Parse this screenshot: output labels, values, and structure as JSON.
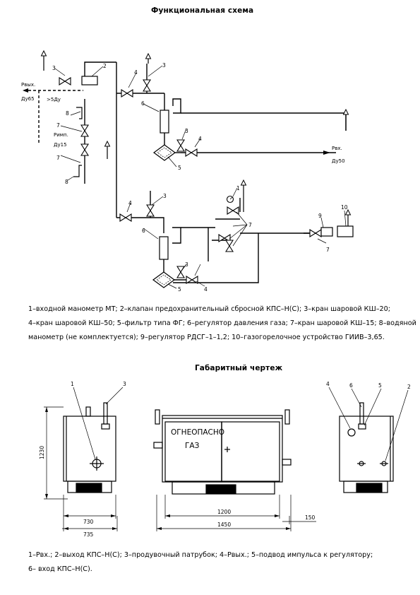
{
  "scheme": {
    "title": "Функциональная схема",
    "labels": {
      "p_out": "Рвых.",
      "dn65": "Ду65",
      "five_dn": ">5Ду",
      "p_imp": "Римп.",
      "dn15": "Ду15",
      "p_in": "Рвх.",
      "dn50": "Ду50"
    },
    "callouts": [
      "1",
      "2",
      "3",
      "4",
      "5",
      "6",
      "7",
      "8",
      "9",
      "10"
    ],
    "legend_lines": [
      "1–входной манометр МТ; 2–клапан предохранительный сбросной КПС–Н(С); 3–кран шаровой КШ–20;",
      "4–кран шаровой КШ–50; 5–фильтр типа ФГ; 6–регулятор давления газа; 7–кран шаровой КШ–15; 8–водяной",
      "манометр (не комплектуется); 9–регулятор РДСГ–1–1,2; 10–газогорелочное устройство ГИИВ–3,65."
    ]
  },
  "dims": {
    "title": "Габаритный чертеж",
    "height": "1230",
    "w730": "730",
    "w735": "735",
    "w1200": "1200",
    "w1450": "1450",
    "w150": "150",
    "door_line1": "ОГНЕОПАСНО",
    "door_line2": "ГАЗ",
    "callouts": [
      "1",
      "3",
      "4",
      "6",
      "5",
      "2"
    ],
    "legend_lines": [
      "1–Рвх.; 2–выход КПС–Н(С); 3–продувочный патрубок; 4–Рвых.; 5–подвод импульса к регулятору;",
      "6– вход КПС–Н(С)."
    ]
  }
}
